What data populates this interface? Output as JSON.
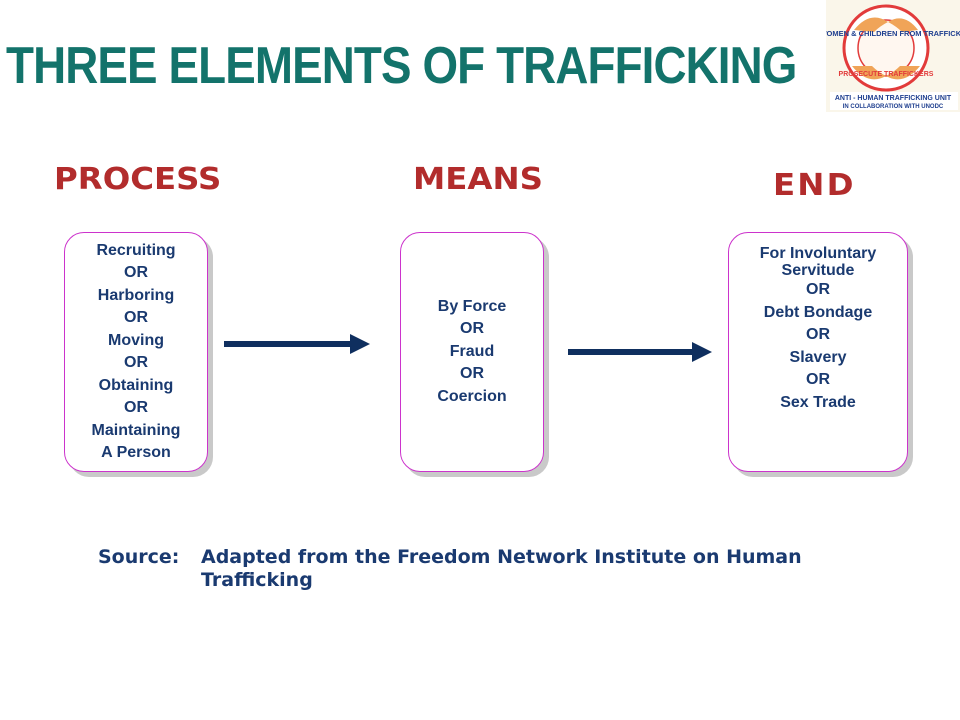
{
  "title": "THREE ELEMENTS OF TRAFFICKING",
  "logo": {
    "top_text": "SAVE WOMEN & CHILDREN FROM TRAFFICKING",
    "arc_text": "PROSECUTE TRAFFICKERS",
    "unit_text": "ANTI - HUMAN TRAFFICKING UNIT",
    "collab_text": "IN COLLABORATION WITH UNODC",
    "colors": {
      "ring": "#e23b3b",
      "hands": "#f0a458",
      "inner": "#ffffff",
      "text_blue": "#1f3f8f"
    }
  },
  "columns": {
    "process": {
      "heading": "PROCESS",
      "lines": [
        "Recruiting",
        "OR",
        "Harboring",
        "OR",
        "Moving",
        "OR",
        "Obtaining",
        "OR",
        "Maintaining",
        "A Person"
      ]
    },
    "means": {
      "heading": "MEANS",
      "lines": [
        "By Force",
        "OR",
        "Fraud",
        "OR",
        "Coercion"
      ]
    },
    "end": {
      "heading": "END",
      "lines": [
        "For Involuntary",
        "Servitude",
        "OR",
        "Debt Bondage",
        "OR",
        "Slavery",
        "OR",
        "Sex Trade"
      ]
    }
  },
  "arrows": [
    "arrow-right-icon",
    "arrow-right-icon"
  ],
  "source": {
    "label": "Source:",
    "text": "Adapted from the Freedom Network Institute on Human Trafficking"
  },
  "colors": {
    "title": "#13736b",
    "heading": "#b22c2c",
    "box_text": "#1a3a70",
    "box_border": "#cc33cc",
    "arrow": "#0f2f5f",
    "source": "#1a3a70"
  }
}
